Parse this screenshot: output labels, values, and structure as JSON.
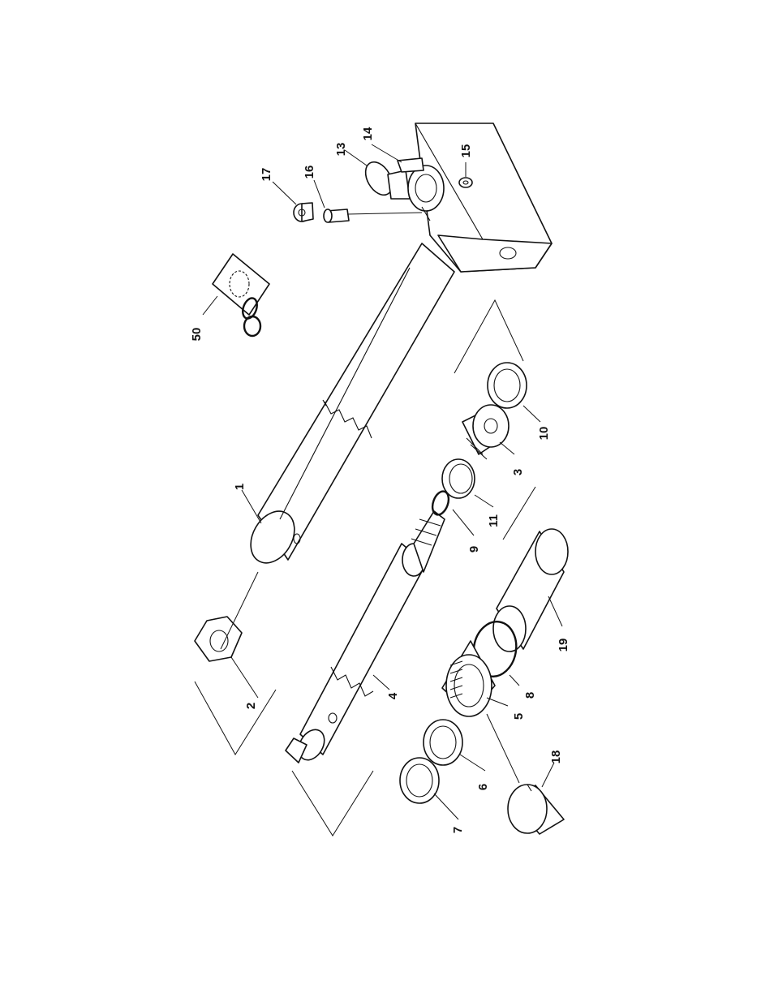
{
  "diagram": {
    "callouts": {
      "p1": "1",
      "p2": "2",
      "p3": "3",
      "p4": "4",
      "p5": "5",
      "p6": "6",
      "p7": "7",
      "p8": "8",
      "p9": "9",
      "p10": "10",
      "p11": "11",
      "p13": "13",
      "p14": "14",
      "p15": "15",
      "p16": "16",
      "p17": "17",
      "p18": "18",
      "p19": "19",
      "p50": "50"
    }
  }
}
